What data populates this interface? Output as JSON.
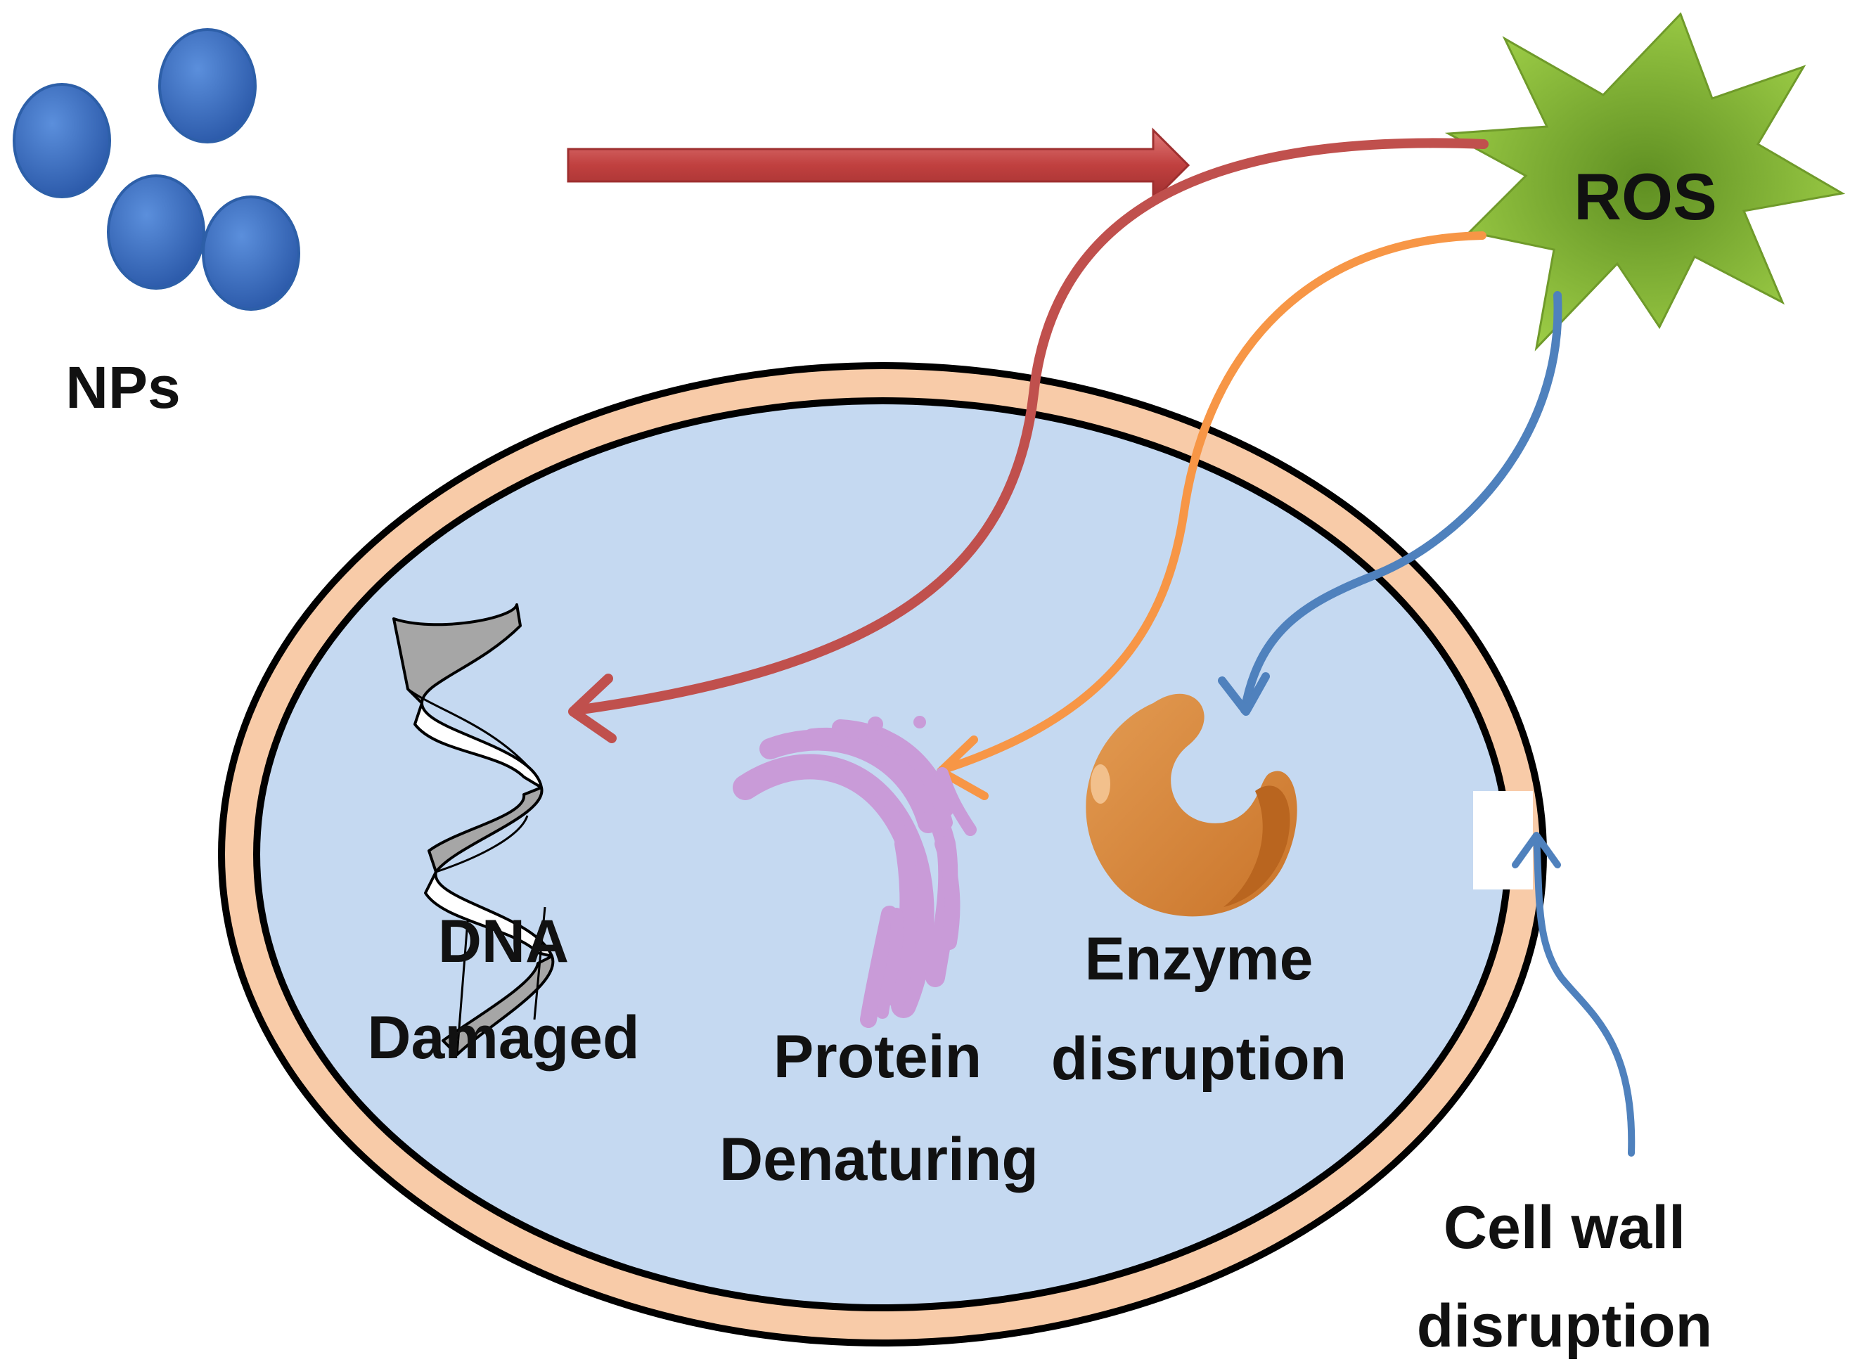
{
  "labels": {
    "nps": "NPs",
    "ros": "ROS",
    "dna_line1": "DNA",
    "dna_line2": "Damaged",
    "protein_line1": "Protein",
    "protein_line2": "Denaturing",
    "enzyme_line1": "Enzyme",
    "enzyme_line2": "disruption",
    "cellwall_line1": "Cell wall",
    "cellwall_line2": "disruption"
  },
  "colors": {
    "nanoparticle": "#3a6fc4",
    "main_arrow": "#c84a4a",
    "ros_star": "#8cb83a",
    "cell_membrane": "#000000",
    "cell_wall": "#f8cba8",
    "cytoplasm": "#c5d9f1",
    "dna_arrow": "#c0504d",
    "protein_arrow": "#f79646",
    "enzyme_arrow": "#4f81bd",
    "dna_strand_back": "#a6a6a6",
    "protein": "#c99bd8",
    "enzyme": "#d98a3c"
  },
  "icons": {
    "nanoparticles": "sphere-cluster-icon",
    "ros": "starburst-icon",
    "dna": "dna-helix-icon",
    "protein": "golgi-protein-icon",
    "enzyme": "enzyme-icon"
  }
}
